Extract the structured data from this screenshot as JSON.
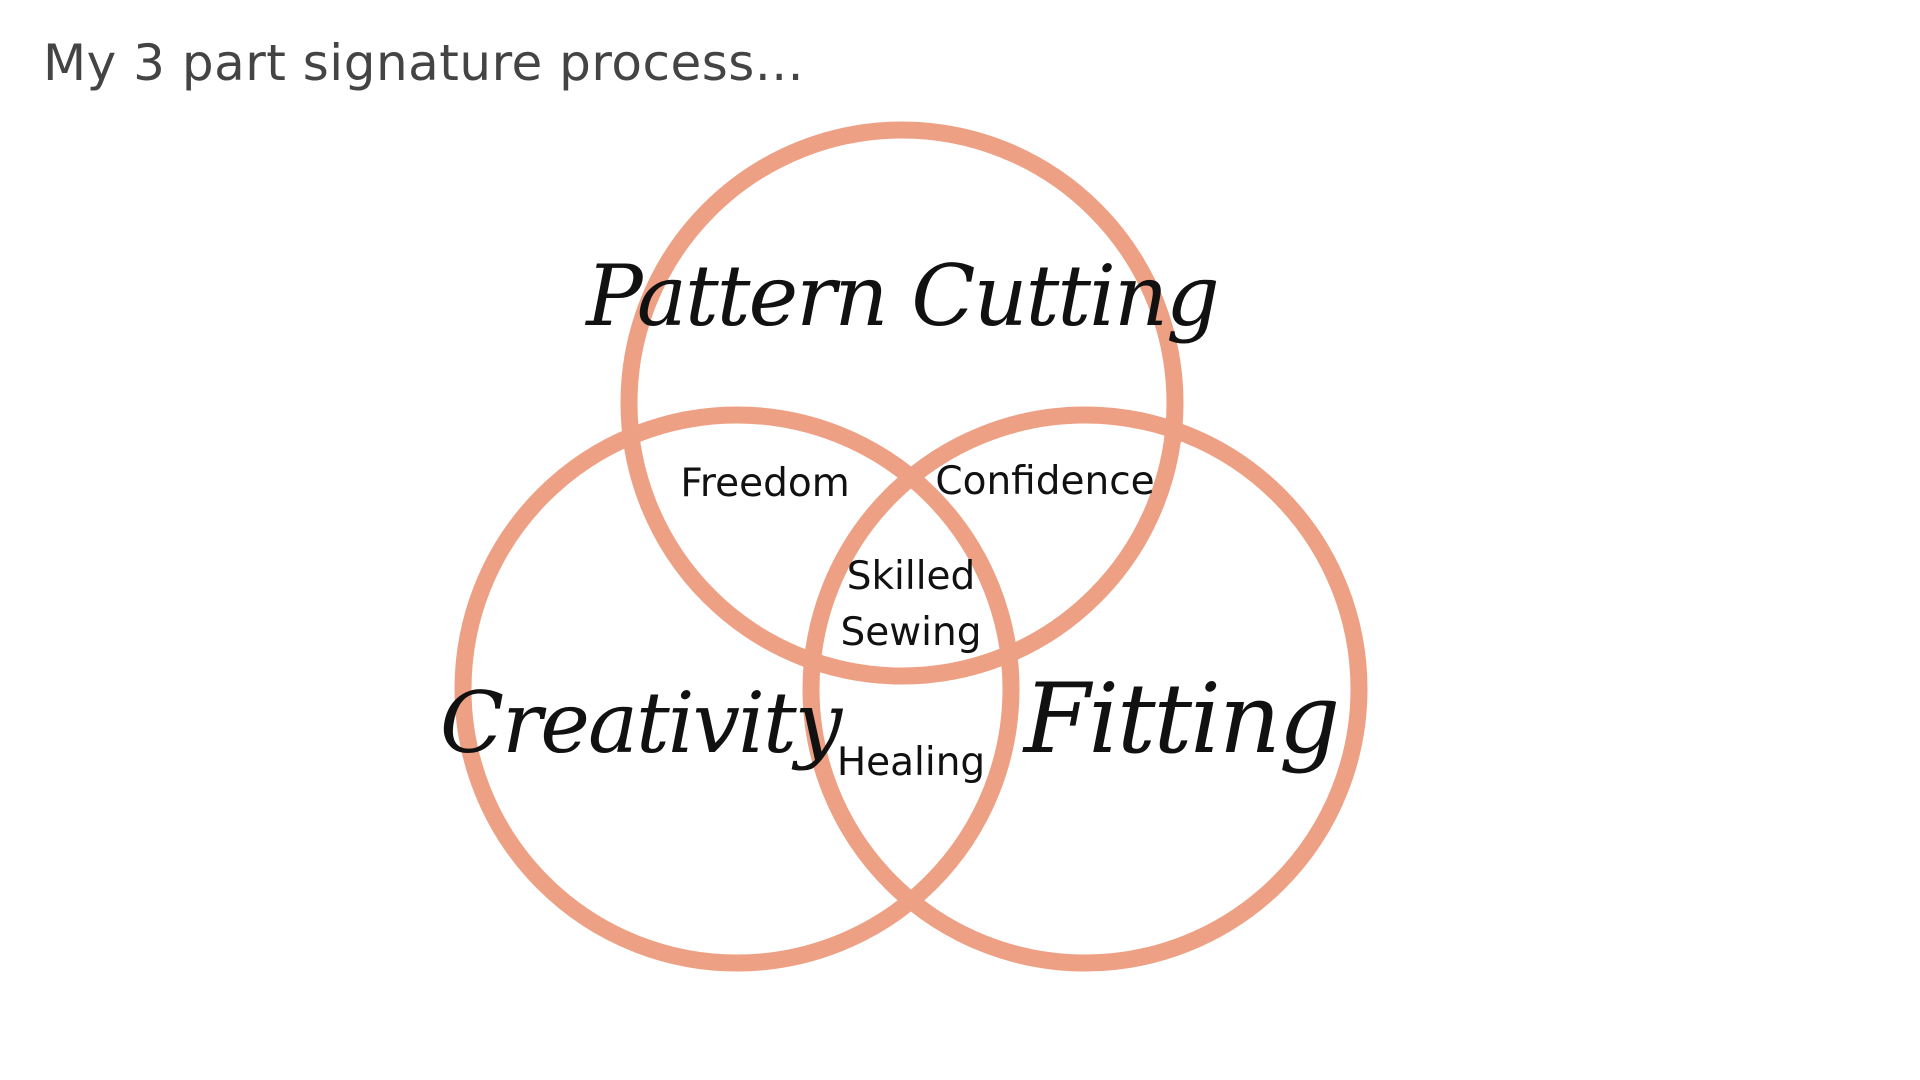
{
  "title": "My 3 part signature process...",
  "colors": {
    "ring": "#EDA083",
    "text": "#111111",
    "title": "#444444"
  },
  "circles": {
    "top": "Pattern Cutting",
    "left": "Creativity",
    "right": "Fitting"
  },
  "overlaps": {
    "top_left": "Freedom",
    "top_right": "Confidence",
    "left_right": "Healing",
    "center_line1": "Skilled",
    "center_line2": "Sewing"
  }
}
